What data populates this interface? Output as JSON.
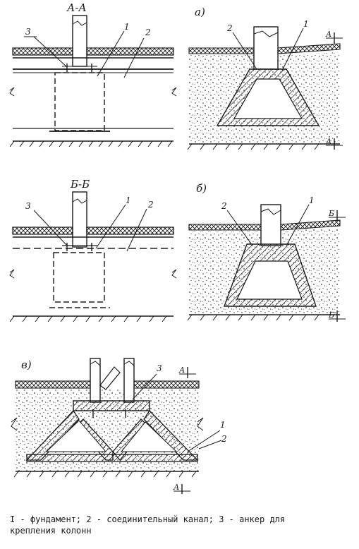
{
  "figure": {
    "panels": [
      {
        "id": "a-a",
        "label": "А-А"
      },
      {
        "id": "a",
        "label": "а)"
      },
      {
        "id": "b-b",
        "label": "Б-Б"
      },
      {
        "id": "b",
        "label": "б)"
      },
      {
        "id": "v",
        "label": "в)"
      }
    ],
    "callouts": {
      "aa": [
        "3",
        "1",
        "2"
      ],
      "a": [
        "2",
        "1"
      ],
      "bb": [
        "3",
        "1",
        "2"
      ],
      "b": [
        "2",
        "1"
      ],
      "v": [
        "3",
        "1",
        "2"
      ]
    },
    "section_marks": {
      "a": [
        "А",
        "А"
      ],
      "b": [
        "Б",
        "Б"
      ],
      "v": [
        "А",
        "А"
      ]
    }
  },
  "caption": {
    "line1": "I - фундамент; 2 - соединительный канал; 3 - анкер для",
    "line2": "крепления колонн"
  }
}
